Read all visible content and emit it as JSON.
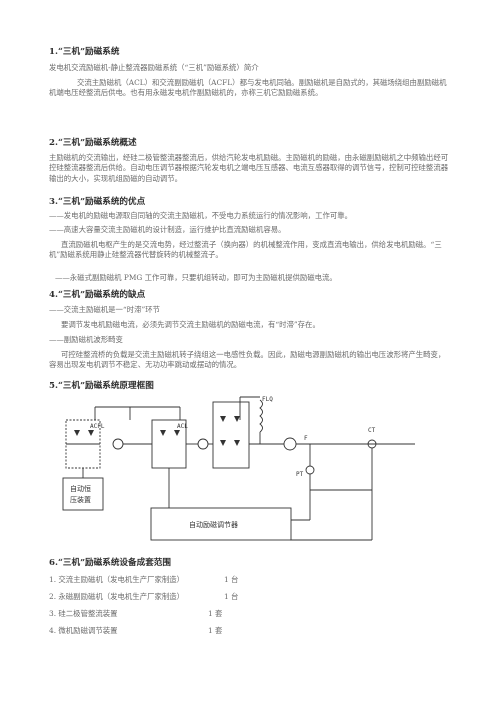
{
  "sections": {
    "s1": {
      "heading": "1.“三机”励磁系统",
      "subtitle": "发电机交流励磁机-静止整流器励磁系统（“三机”励磁系统）简介",
      "body": "交流主励磁机（ACL）和交流副励磁机（ACFL）都与发电机同轴。副励磁机是自励式的，其磁场绕组由副励磁机机端电压经整流后供电。也有用永磁发电机作副励磁机的，亦称三机它励励磁系统。"
    },
    "s2": {
      "heading": "2.“三机”励磁系统概述",
      "body": "主励磁机的交流输出，经硅二极管整流器整流后，供给汽轮发电机励磁。主励磁机的励磁，由永磁副励磁机之中频输出经可控硅整流器整流后供给。自动电压调节器根据汽轮发电机之端电压互感器、电流互感器取得的调节信号，控制可控硅整流器输出的大小，实现机组励磁的自动调节。"
    },
    "s3": {
      "heading": "3.“三机”励磁系统的优点",
      "line1": "——发电机的励磁电源取自同轴的交流主励磁机，不受电力系统运行的情况影响，工作可靠。",
      "line2": "——高速大容量交流主励磁机的设计制造，运行维护比直流励磁机容易。",
      "body": "直流励磁机电枢产生的是交流电势，经过整流子（换向器）的机械整流作用，变成直流电输出，供给发电机励磁。“三机”励磁系统用静止硅整流器代替旋转的机械整流子。",
      "line3": "——永磁式副励磁机 PMG 工作可靠，只要机组转动，即可为主励磁机提供励磁电流。"
    },
    "s4": {
      "heading": "4.“三机”励磁系统的缺点",
      "line1": "——交流主励磁机是一“时滞”环节",
      "line2": "要调节发电机励磁电流，必须先调节交流主励磁机的励磁电流，有“时滞”存在。",
      "line3": "——副励磁机波形畸变",
      "body": "可控硅整流桥的负载是交流主励磁机转子绕组这一电感性负载。因此，励磁电源副励磁机的输出电压波形将产生畸变，容易出现发电机调节不稳定、无功功率跳动或摆动的情况。"
    },
    "s5": {
      "heading": "5.“三机”励磁系统原理框图"
    },
    "s6": {
      "heading": "6.“三机”励磁系统设备成套范围",
      "items": [
        {
          "name": "1.  交流主励磁机（发电机生产厂家制造）",
          "qty": "1 台"
        },
        {
          "name": "2.  永磁副励磁机（发电机生产厂家制造）",
          "qty": "1 台"
        },
        {
          "name": "3.  硅二极管整流装置",
          "qty": "1 套"
        },
        {
          "name": "4.  微机励磁调节装置",
          "qty": "1 套"
        }
      ]
    }
  },
  "diagram": {
    "labels": {
      "acfl": "ACFL",
      "acl": "ACL",
      "flq": "FLQ",
      "f": "F",
      "ct": "CT",
      "pt": "PT",
      "box1_line1": "自动恒",
      "box1_line2": "压装置",
      "box2": "自动励磁调节器"
    }
  }
}
